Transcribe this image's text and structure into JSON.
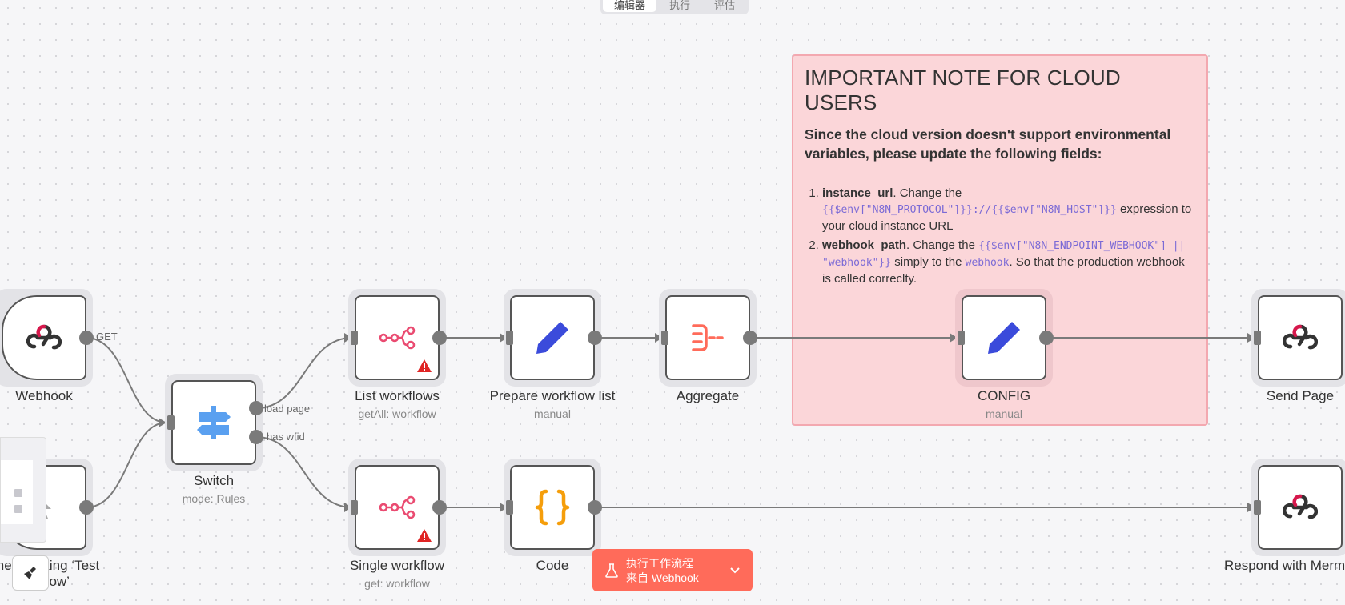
{
  "top_tabs": [
    "编辑器",
    "执行",
    "评估"
  ],
  "sticky": {
    "title": "IMPORTANT NOTE FOR CLOUD USERS",
    "lead": "Since the cloud version doesn't support environmental variables, please update the following fields:",
    "item1_key": "instance_url",
    "item1_text1": ". Change the ",
    "item1_code": "{{$env[\"N8N_PROTOCOL\"]}}://{{$env[\"N8N_HOST\"]}}",
    "item1_text2": " expression to your cloud instance URL",
    "item2_key": "webhook_path",
    "item2_text1": ". Change the ",
    "item2_code1": "{{$env[\"N8N_ENDPOINT_WEBHOOK\"] || \"webhook\"}}",
    "item2_text2": " simply to the ",
    "item2_code2": "webhook",
    "item2_text3": ". So that the production webhook is called correclty."
  },
  "nodes": {
    "webhook": {
      "label": "Webhook"
    },
    "manual_trigger": {
      "label": "When clicking ‘Test workflow’"
    },
    "switch": {
      "label": "Switch",
      "sub": "mode: Rules"
    },
    "list_workflows": {
      "label": "List workflows",
      "sub": "getAll: workflow"
    },
    "prepare": {
      "label": "Prepare workflow list",
      "sub": "manual"
    },
    "aggregate": {
      "label": "Aggregate"
    },
    "config": {
      "label": "CONFIG",
      "sub": "manual"
    },
    "send_page": {
      "label": "Send Page"
    },
    "single_workflow": {
      "label": "Single workflow",
      "sub": "get: workflow"
    },
    "code": {
      "label": "Code"
    },
    "respond": {
      "label": "Respond with Mermaid"
    }
  },
  "edge_labels": {
    "get": "GET",
    "load_page": "load page",
    "has_wfid": "has wfid"
  },
  "execute": {
    "line1": "执行工作流程",
    "line2": "来自 Webhook"
  },
  "colors": {
    "accent": "#ff6b5a",
    "sticky_bg": "#fbd6d9",
    "webhook": "#d6184c",
    "n8n": "#ea4b71",
    "edit": "#3b4bdb",
    "switch": "#5aa0f0",
    "code": "#f59e0b"
  }
}
